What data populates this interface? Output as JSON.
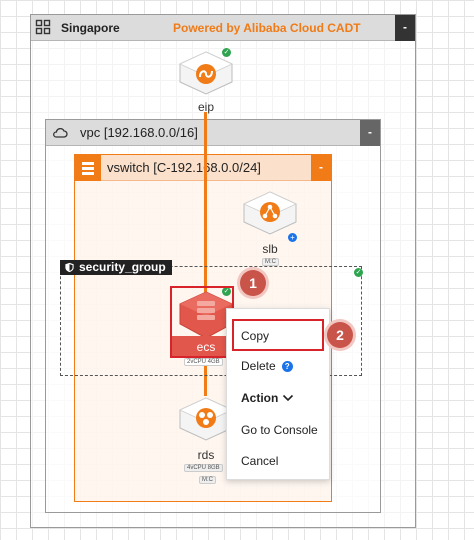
{
  "region": {
    "title": "Singapore",
    "powered_by": "Powered by Alibaba Cloud CADT",
    "collapse": "-"
  },
  "vpc": {
    "title": "vpc [192.168.0.0/16]",
    "collapse": "-"
  },
  "vswitch": {
    "title": "vswitch [C-192.168.0.0/24]",
    "collapse": "-"
  },
  "security_group": {
    "title": "security_group"
  },
  "nodes": {
    "eip": {
      "label": "eip",
      "icon": "eip-icon"
    },
    "slb": {
      "label": "slb",
      "spec": "M:C",
      "icon": "slb-icon"
    },
    "ecs": {
      "label": "ecs",
      "spec": "2vCPU 4GB",
      "icon": "ecs-icon"
    },
    "rds": {
      "label": "rds",
      "spec": "4vCPU 8GB",
      "spec2": "M:C",
      "icon": "rds-icon"
    }
  },
  "context_menu": {
    "copy": "Copy",
    "delete": "Delete",
    "action": "Action",
    "go_to_console": "Go to Console",
    "cancel": "Cancel"
  },
  "annotations": {
    "step1": "1",
    "step2": "2"
  },
  "colors": {
    "accent": "#f07b17",
    "highlight": "#d8232a",
    "ok": "#2ea44f",
    "help": "#1a73e8"
  }
}
